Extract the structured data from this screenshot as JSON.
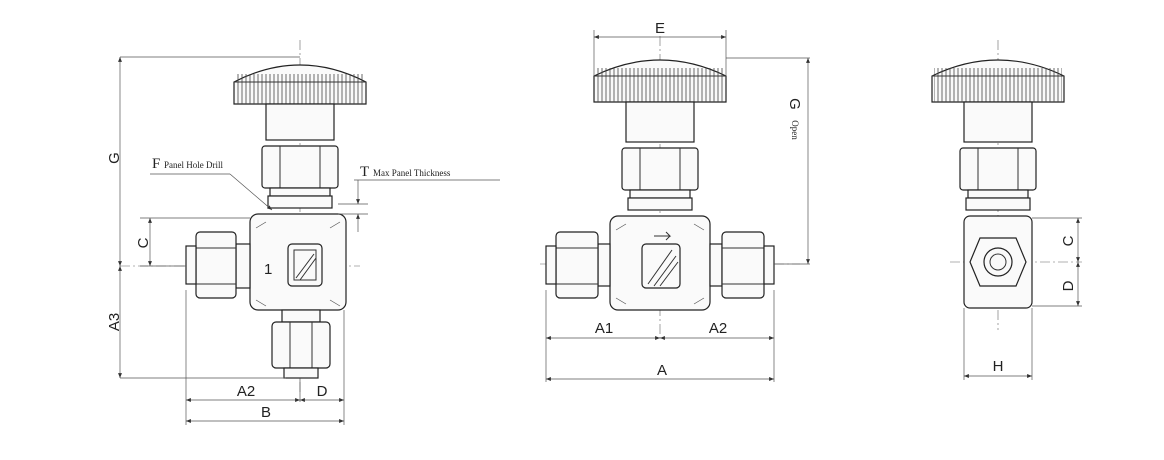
{
  "labels": {
    "left": {
      "G": "G",
      "F": "F",
      "F_note": "Panel Hole Drill",
      "T": "T",
      "T_note": "Max Panel Thickness",
      "C": "C",
      "A3": "A3",
      "A2": "A2",
      "D": "D",
      "B": "B"
    },
    "middle": {
      "E": "E",
      "G": "G",
      "G_note": "Open",
      "A1": "A1",
      "A2": "A2",
      "A": "A"
    },
    "right": {
      "C": "C",
      "D": "D",
      "H": "H"
    }
  }
}
